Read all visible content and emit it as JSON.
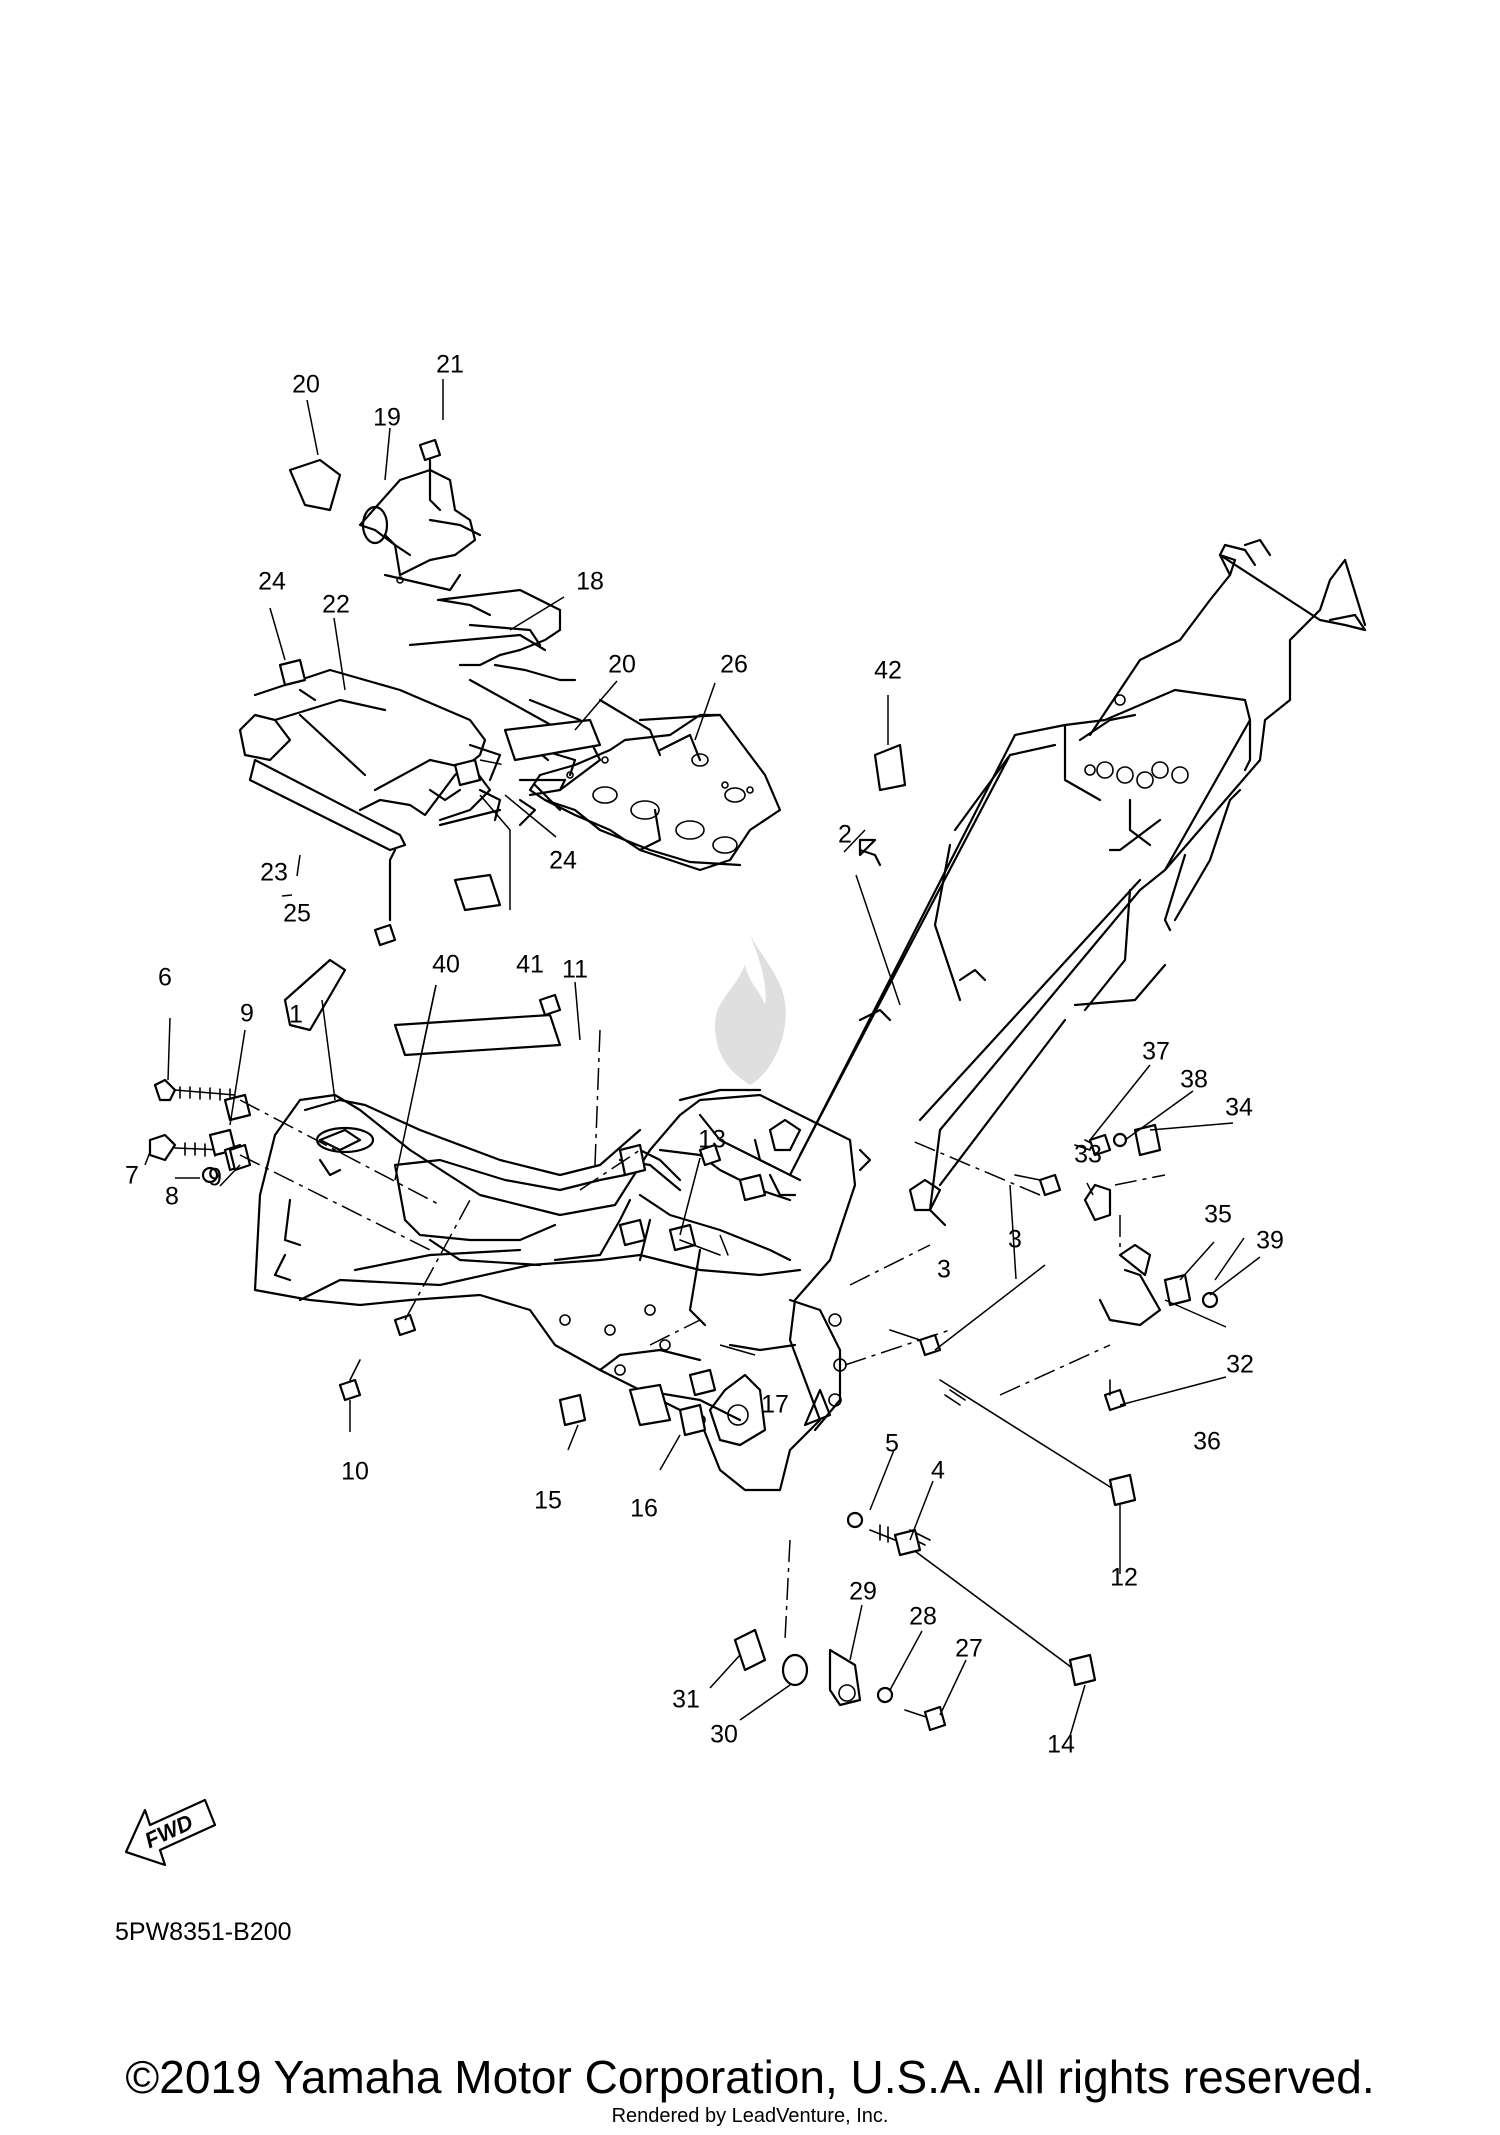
{
  "diagram": {
    "code": "5PW8351-B200",
    "fwd_label": "FWD",
    "copyright": "©2019 Yamaha Motor Corporation, U.S.A. All rights reserved.",
    "rendered_by": "Rendered by LeadVenture, Inc.",
    "callouts": [
      {
        "id": "c1",
        "label": "1"
      },
      {
        "id": "c2",
        "label": "2"
      },
      {
        "id": "c3a",
        "label": "3"
      },
      {
        "id": "c3b",
        "label": "3"
      },
      {
        "id": "c4",
        "label": "4"
      },
      {
        "id": "c5",
        "label": "5"
      },
      {
        "id": "c6",
        "label": "6"
      },
      {
        "id": "c7",
        "label": "7"
      },
      {
        "id": "c8",
        "label": "8"
      },
      {
        "id": "c9a",
        "label": "9"
      },
      {
        "id": "c9b",
        "label": "9"
      },
      {
        "id": "c10",
        "label": "10"
      },
      {
        "id": "c11",
        "label": "11"
      },
      {
        "id": "c12",
        "label": "12"
      },
      {
        "id": "c13",
        "label": "13"
      },
      {
        "id": "c14",
        "label": "14"
      },
      {
        "id": "c15",
        "label": "15"
      },
      {
        "id": "c16",
        "label": "16"
      },
      {
        "id": "c17",
        "label": "17"
      },
      {
        "id": "c18",
        "label": "18"
      },
      {
        "id": "c19",
        "label": "19"
      },
      {
        "id": "c20a",
        "label": "20"
      },
      {
        "id": "c20b",
        "label": "20"
      },
      {
        "id": "c21",
        "label": "21"
      },
      {
        "id": "c22",
        "label": "22"
      },
      {
        "id": "c23",
        "label": "23"
      },
      {
        "id": "c24a",
        "label": "24"
      },
      {
        "id": "c24b",
        "label": "24"
      },
      {
        "id": "c25",
        "label": "25"
      },
      {
        "id": "c26",
        "label": "26"
      },
      {
        "id": "c27",
        "label": "27"
      },
      {
        "id": "c28",
        "label": "28"
      },
      {
        "id": "c29",
        "label": "29"
      },
      {
        "id": "c30",
        "label": "30"
      },
      {
        "id": "c31",
        "label": "31"
      },
      {
        "id": "c32",
        "label": "32"
      },
      {
        "id": "c33",
        "label": "33"
      },
      {
        "id": "c34",
        "label": "34"
      },
      {
        "id": "c35",
        "label": "35"
      },
      {
        "id": "c36",
        "label": "36"
      },
      {
        "id": "c37",
        "label": "37"
      },
      {
        "id": "c38",
        "label": "38"
      },
      {
        "id": "c39",
        "label": "39"
      },
      {
        "id": "c40",
        "label": "40"
      },
      {
        "id": "c41",
        "label": "41"
      },
      {
        "id": "c42",
        "label": "42"
      }
    ]
  }
}
